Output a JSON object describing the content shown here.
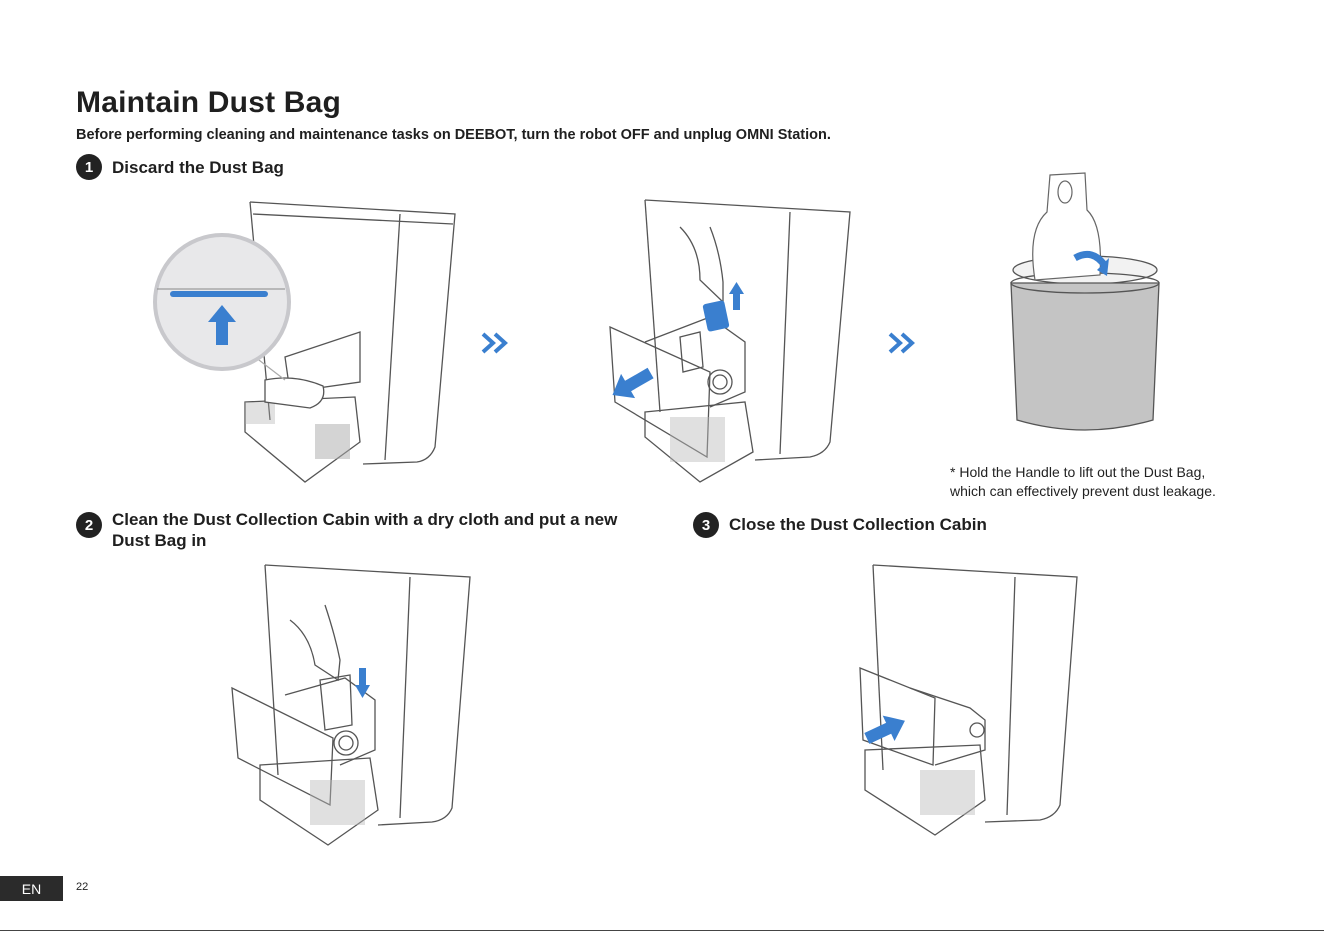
{
  "page": {
    "title": "Maintain Dust Bag",
    "subtitle": "Before performing cleaning and maintenance tasks on DEEBOT, turn the robot OFF and unplug OMNI Station."
  },
  "steps": [
    {
      "number": "1",
      "title": "Discard the Dust Bag"
    },
    {
      "number": "2",
      "title": "Clean the Dust Collection Cabin  with a dry cloth and put a new Dust Bag in"
    },
    {
      "number": "3",
      "title": "Close the Dust Collection Cabin"
    }
  ],
  "note": {
    "line1": "* Hold the Handle to lift out the Dust Bag,",
    "line2": "which can effectively prevent dust leakage."
  },
  "footer": {
    "language": "EN",
    "page_number": "22"
  },
  "colors": {
    "accent": "#3a7fcf",
    "line": "#555555",
    "dark": "#222222"
  },
  "icons": [
    "chevron-double-right-icon",
    "up-arrow-icon",
    "down-arrow-icon",
    "push-arrow-icon",
    "pull-arrow-icon"
  ]
}
